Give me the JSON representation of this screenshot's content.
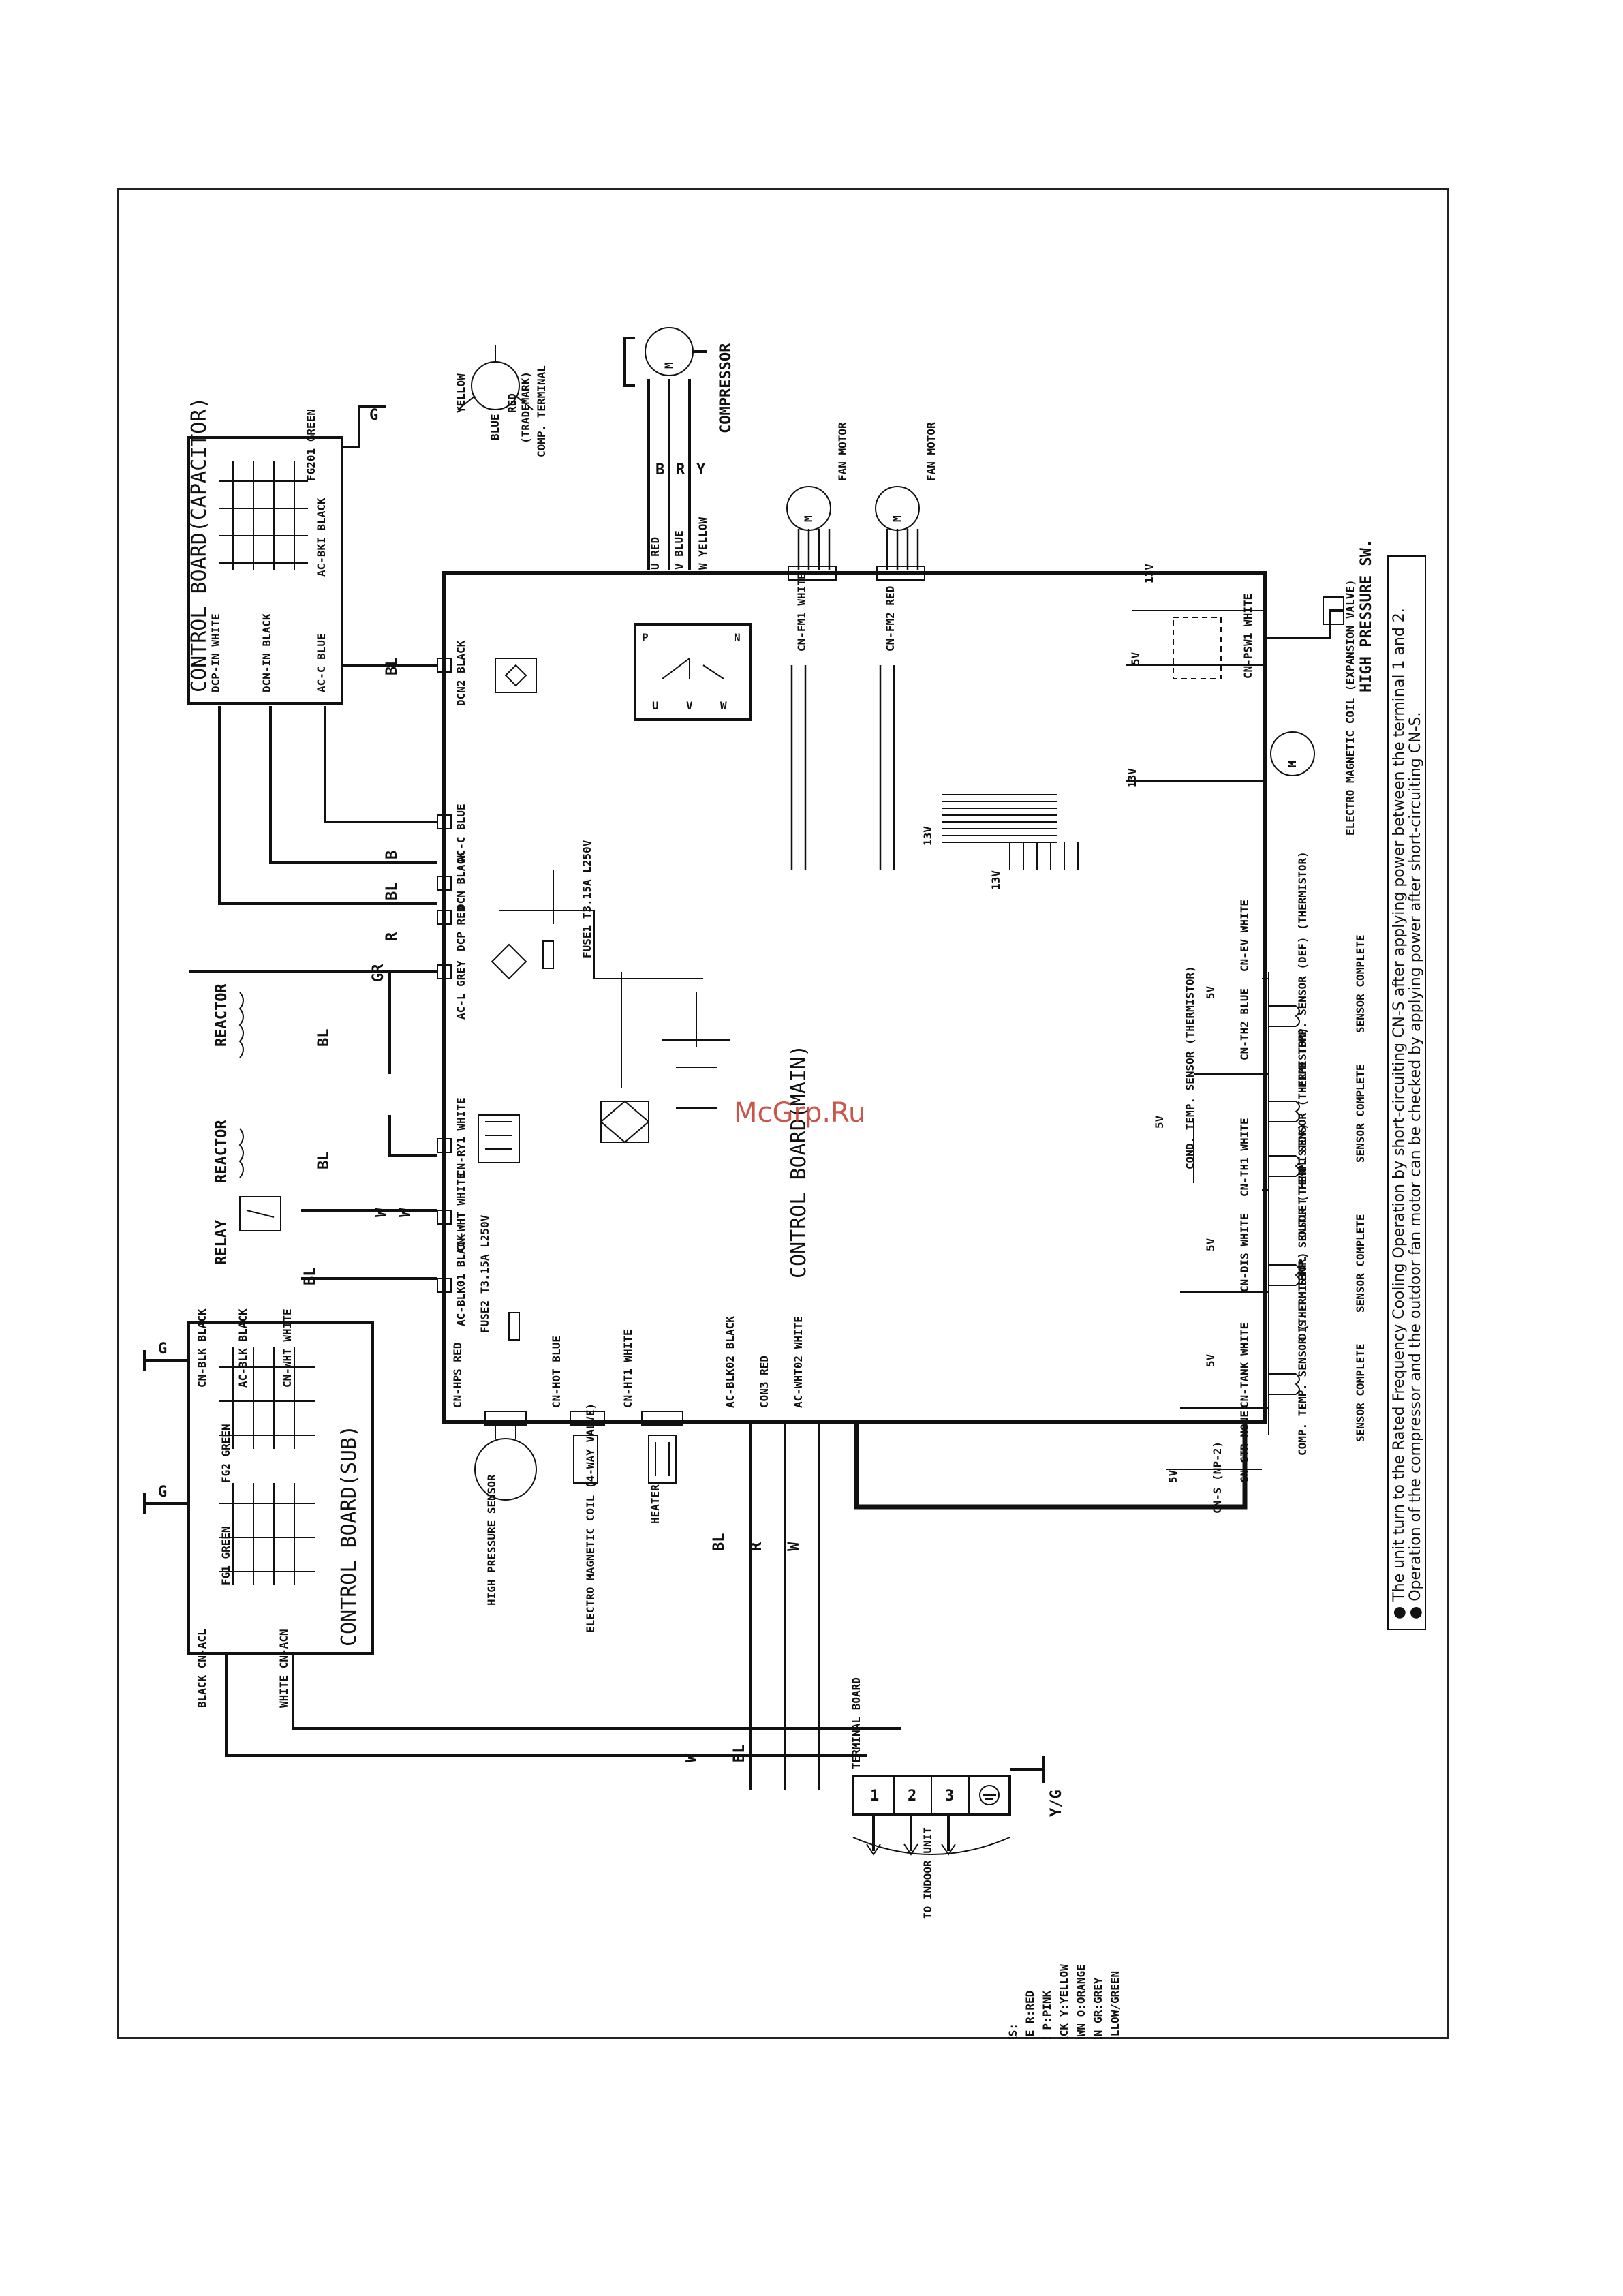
{
  "watermark": "McGrp.Ru",
  "boards": {
    "capacitor": "CONTROL BOARD(CAPACITOR)",
    "main": "CONTROL BOARD(MAIN)",
    "sub": "CONTROL BOARD(SUB)"
  },
  "connectors_capacitor": [
    "DCP-IN WHITE",
    "DCN-IN BLACK",
    "AC-C BLUE",
    "AC-BKI BLACK",
    "FG201 GREEN"
  ],
  "connectors_main": [
    "DCN2 BLACK",
    "AC-C BLUE",
    "DCN BLACK",
    "DCP RED",
    "AC-L GREY",
    "CN-RY1 WHITE",
    "CN-WHT WHITE",
    "AC-BLK01 BLACK",
    "CN-HPS RED",
    "CN-HOT BLUE",
    "CN-HT1 WHITE",
    "AC-BLK02 BLACK",
    "CON3 RED",
    "AC-WHT02 WHITE",
    "CN-FM1 WHITE",
    "CN-FM2 RED",
    "CN-PSW1 WHITE",
    "CN-EV WHITE",
    "CN-TH2 BLUE",
    "CN-TH1 WHITE",
    "CN-DIS WHITE",
    "CN-TANK WHITE",
    "CN-CTR NONE",
    "CN-S (NP-2)"
  ],
  "connectors_sub": [
    "CN-BLK BLACK",
    "AC-BLK BLACK",
    "CN-WHT WHITE",
    "FG2 GREEN",
    "FG1 GREEN",
    "BLACK CN-ACL",
    "WHITE CN-ACN"
  ],
  "components": {
    "compressor": "COMPRESSOR",
    "comp_terminal": "COMP. TERMINAL",
    "trademark": "(TRADEMARK)",
    "terminal_colors": [
      "YELLOW",
      "BLUE",
      "RED"
    ],
    "fan_motor_1": "FAN MOTOR",
    "fan_motor_2": "FAN MOTOR",
    "relay": "RELAY",
    "reactor_1": "REACTOR",
    "reactor_2": "REACTOR",
    "fuse_1": "FUSE1 T3.15A L250V",
    "fuse_2": "FUSE2 T3.15A L250V",
    "high_pressure_sensor": "HIGH PRESSURE SENSOR",
    "four_way_valve": "ELECTRO MAGNETIC COIL (4-WAY VALVE)",
    "heater": "HEATER",
    "expansion_valve": "ELECTRO MAGNETIC COIL (EXPANSION VALVE)",
    "high_pressure_sw": "HIGH PRESSURE SW.",
    "terminal_board": "TERMINAL BOARD",
    "to_indoor": "TO INDOOR UNIT",
    "ground": "Y/G",
    "terminal_numbers": [
      "1",
      "2",
      "3"
    ]
  },
  "sensors": [
    {
      "name": "PIPE TEMP. SENSOR (DEF) (THERMISTOR)",
      "footer": "SENSOR COMPLETE"
    },
    {
      "name": "COND. TEMP. SENSOR (THERMISTOR)",
      "footer": "SENSOR COMPLETE"
    },
    {
      "name": "OUTLET TEMP. SENSOR (THERMISTOR)",
      "footer": ""
    },
    {
      "name": "DIS. T. TEMP. SENSOR (THERMISTOR)",
      "footer": "SENSOR COMPLETE"
    },
    {
      "name": "COMP. TEMP. SENSOR (THERMISTOR)",
      "footer": "SENSOR COMPLETE"
    }
  ],
  "voltages": [
    "13V",
    "5V",
    "13V",
    "13V",
    "5V",
    "5V",
    "5V",
    "5V",
    "5V",
    "5V"
  ],
  "wire_codes": [
    "BL",
    "B",
    "BL",
    "R",
    "GR",
    "BL",
    "BL",
    "W",
    "W",
    "BL",
    "BL",
    "R",
    "W",
    "W",
    "BL",
    "B",
    "R",
    "Y",
    "G",
    "G",
    "G"
  ],
  "remarks": {
    "title": "REMARKS:",
    "items": [
      "W:WHITE  R:RED",
      "B:BLUE  P:PINK",
      "BL:BLACK  Y:YELLOW",
      "BR:BROWN  O:ORANGE",
      "G:GREEN  GR:GREY",
      "Y/G:YELLOW/GREEN"
    ]
  },
  "notes": [
    "The unit turn to the Rated Frequency Cooling Operation by short-circuiting CN-S after applying power between the terminal 1 and 2.",
    "Operation of the compressor and the outdoor fan motor can be checked by applying power after short-circuiting CN-S."
  ]
}
